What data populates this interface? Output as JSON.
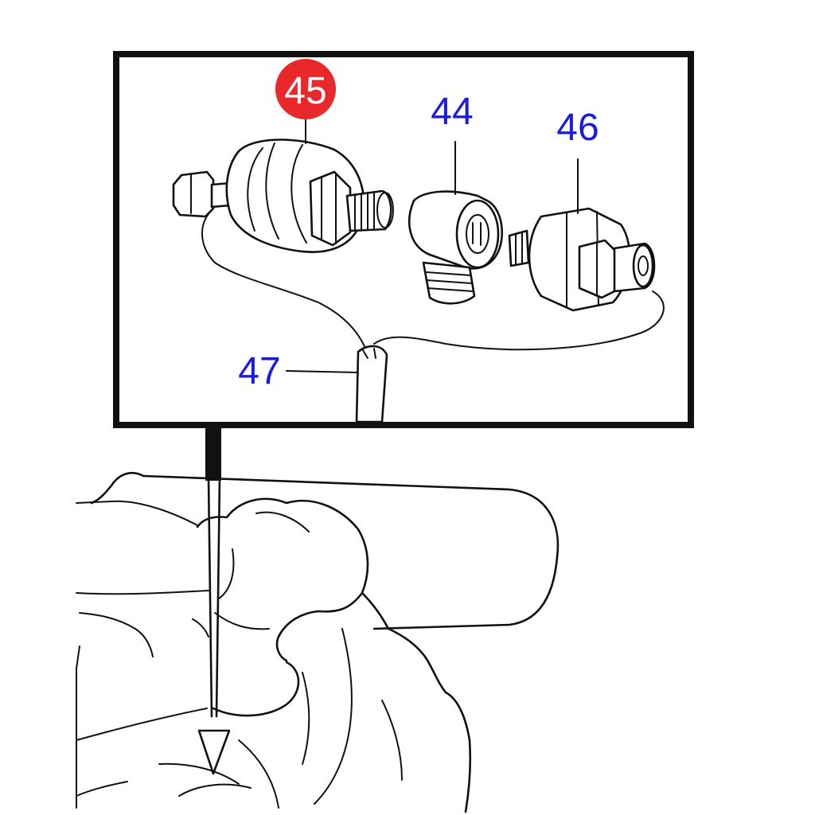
{
  "callouts": {
    "c45": "45",
    "c44": "44",
    "c46": "46",
    "c47": "47"
  },
  "colors": {
    "highlight": "#e8282b",
    "label": "#1a1ae6",
    "ink": "#111111"
  }
}
